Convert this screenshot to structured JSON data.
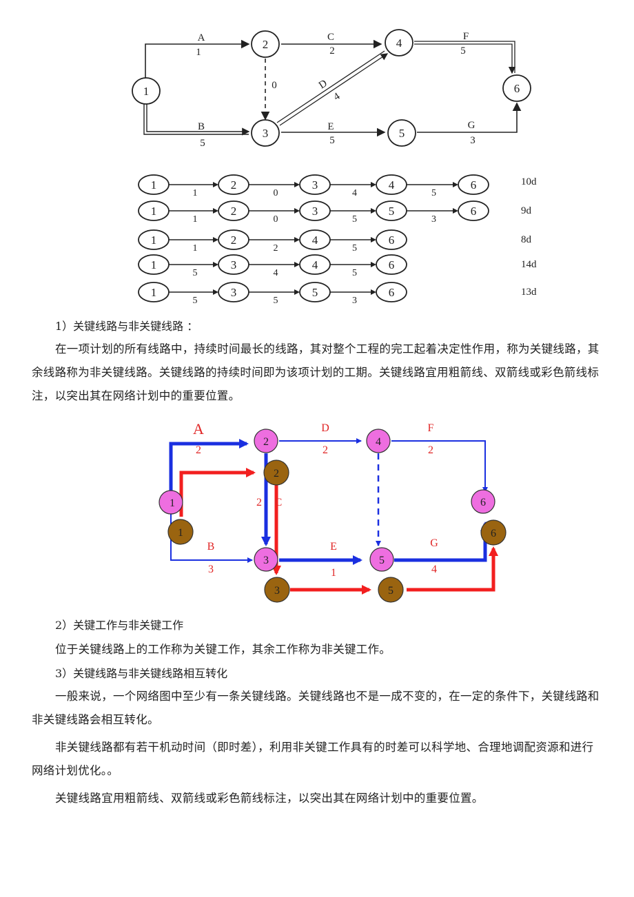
{
  "network": {
    "nodes": [
      "1",
      "2",
      "3",
      "4",
      "5",
      "6"
    ],
    "activities": [
      {
        "label": "A",
        "duration": "1"
      },
      {
        "label": "B",
        "duration": "5"
      },
      {
        "label": "C",
        "duration": "2"
      },
      {
        "label": "D",
        "duration": "4"
      },
      {
        "label": "E",
        "duration": "5"
      },
      {
        "label": "F",
        "duration": "5"
      },
      {
        "label": "G",
        "duration": "3"
      }
    ],
    "dummy": "0"
  },
  "paths": [
    {
      "nodes": [
        "1",
        "2",
        "3",
        "4",
        "6"
      ],
      "durations": [
        "1",
        "0",
        "4",
        "5"
      ],
      "total": "10d"
    },
    {
      "nodes": [
        "1",
        "2",
        "3",
        "5",
        "6"
      ],
      "durations": [
        "1",
        "0",
        "5",
        "3"
      ],
      "total": "9d"
    },
    {
      "nodes": [
        "1",
        "2",
        "4",
        "6"
      ],
      "durations": [
        "1",
        "2",
        "5"
      ],
      "total": "8d"
    },
    {
      "nodes": [
        "1",
        "3",
        "4",
        "6"
      ],
      "durations": [
        "5",
        "4",
        "5"
      ],
      "total": "14d"
    },
    {
      "nodes": [
        "1",
        "3",
        "5",
        "6"
      ],
      "durations": [
        "5",
        "5",
        "3"
      ],
      "total": "13d"
    }
  ],
  "color_network": {
    "blue_nodes": [
      "1",
      "2",
      "3",
      "4",
      "5",
      "6"
    ],
    "brown_nodes": [
      "1",
      "2",
      "3",
      "5",
      "6"
    ],
    "labels": {
      "A": "A",
      "A_dur": "2",
      "D": "D",
      "D_dur": "2",
      "F": "F",
      "F_dur": "2",
      "B": "B",
      "B_dur": "3",
      "C_dur": "2",
      "C": "C",
      "E": "E",
      "E_red_dur": "1",
      "G": "G",
      "G_dur": "4"
    },
    "colors": {
      "blue": "#1a2fe0",
      "red": "#f21f1f",
      "pink": "#ee6ee0",
      "brown": "#9a6410",
      "label_red": "#e02525"
    }
  },
  "text": {
    "h1": "1）关键线路与非关键线路 ：",
    "p1": "在一项计划的所有线路中，持续时间最长的线路，其对整个工程的完工起着决定性作用，称为关键线路，其余线路称为非关键线路。关键线路的持续时间即为该项计划的工期。关键线路宜用粗箭线、双箭线或彩色箭线标注，以突出其在网络计划中的重要位置。",
    "h2": "2）关键工作与非关键工作",
    "p2": "位于关键线路上的工作称为关键工作，其余工作称为非关键工作。",
    "h3": "3）关键线路与非关键线路相互转化",
    "p3": "一般来说，一个网络图中至少有一条关键线路。关键线路也不是一成不变的，在一定的条件下，关键线路和非关键线路会相互转化。",
    "p4": "非关键线路都有若干机动时间（即时差），利用非关键工作具有的时差可以科学地、合理地调配资源和进行网络计划优化。。",
    "p5": "关键线路宜用粗箭线、双箭线或彩色箭线标注，以突出其在网络计划中的重要位置。"
  }
}
